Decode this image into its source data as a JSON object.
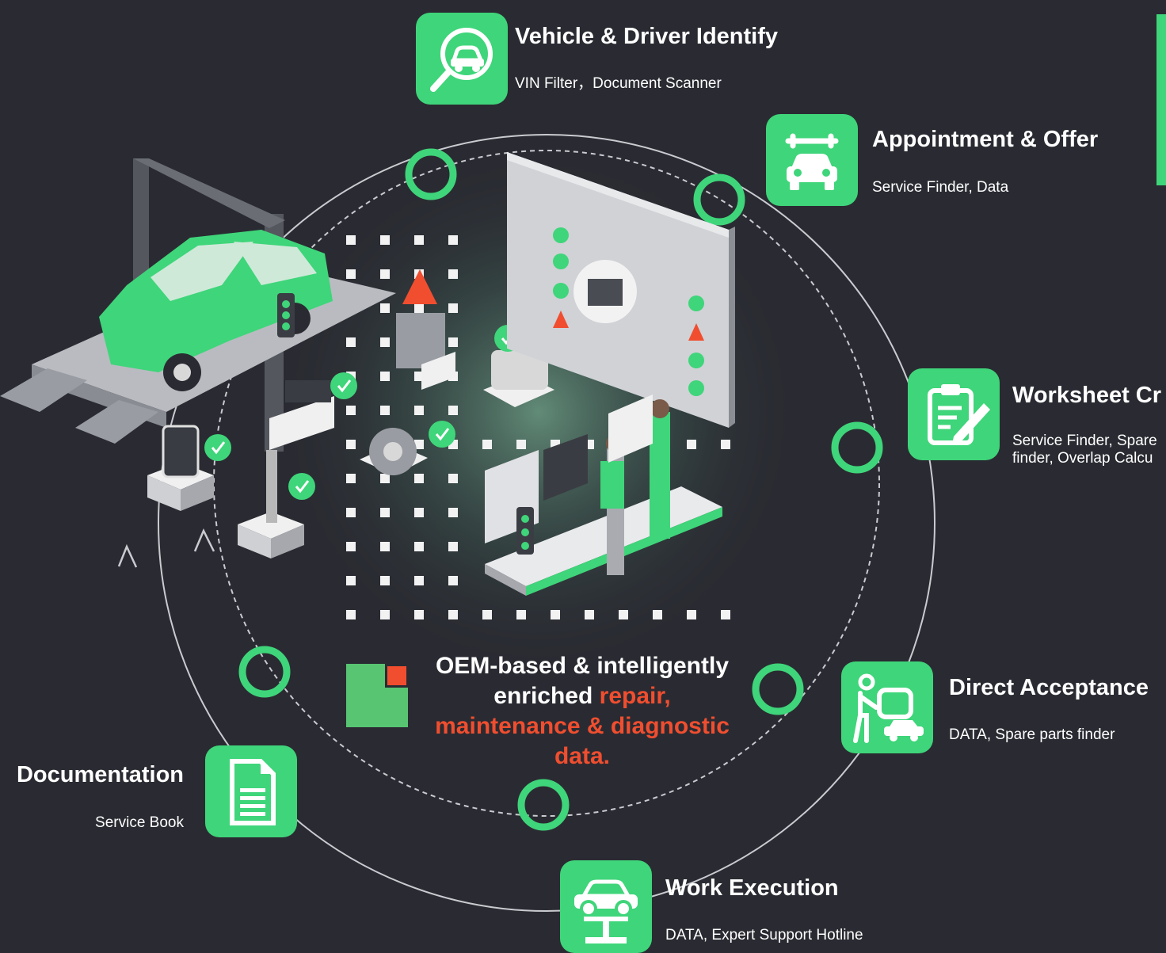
{
  "nodes": {
    "vehicle": {
      "title": "Vehicle & Driver Identify",
      "subtitle": "VIN Filter，Document Scanner",
      "icon": "magnifier-car-icon"
    },
    "appointment": {
      "title": "Appointment & Offer",
      "subtitle": "Service Finder, Data",
      "icon": "wrench-car-icon"
    },
    "worksheet": {
      "title": "Worksheet Cr",
      "subtitle_line1": "Service Finder, Spare",
      "subtitle_line2": "finder, Overlap Calcu",
      "icon": "clipboard-pencil-icon"
    },
    "acceptance": {
      "title": "Direct Acceptance",
      "subtitle": "DATA, Spare parts finder",
      "icon": "person-car-icon"
    },
    "execution": {
      "title": "Work Execution",
      "subtitle": "DATA, Expert Support Hotline",
      "icon": "car-lift-icon"
    },
    "documentation": {
      "title": "Documentation",
      "subtitle": "Service Book",
      "icon": "document-icon"
    }
  },
  "center": {
    "line1": "OEM-based & intelligently",
    "line2_white": "enriched ",
    "line2_orange": "repair,",
    "line3": "maintenance & diagnostic",
    "line4": "data."
  },
  "colors": {
    "background": "#2a2b32",
    "accent": "#3fd57a",
    "highlight": "#f04e2f"
  }
}
